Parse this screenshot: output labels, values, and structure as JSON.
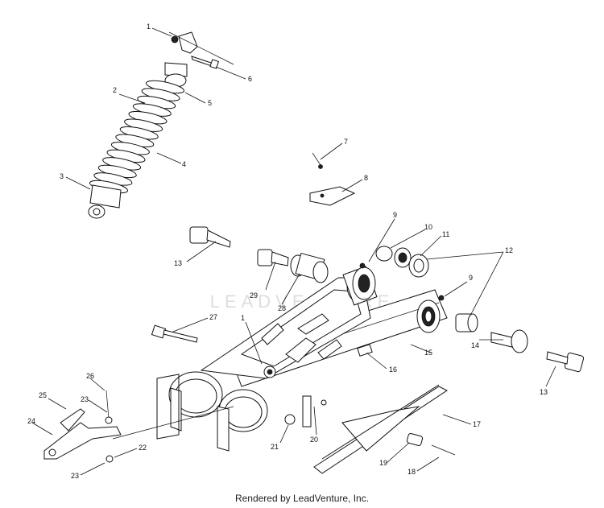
{
  "diagram": {
    "callouts": [
      "1",
      "2",
      "3",
      "4",
      "5",
      "6",
      "7",
      "8",
      "9",
      "10",
      "11",
      "12",
      "13",
      "13",
      "15",
      "16",
      "17",
      "18",
      "19",
      "20",
      "21",
      "22",
      "23",
      "23",
      "24",
      "25",
      "26",
      "27",
      "28",
      "29",
      "9",
      "1",
      "14"
    ]
  },
  "watermark": {
    "text": "LEADVENTURE"
  },
  "footer": {
    "credit": "Rendered by LeadVenture, Inc."
  }
}
